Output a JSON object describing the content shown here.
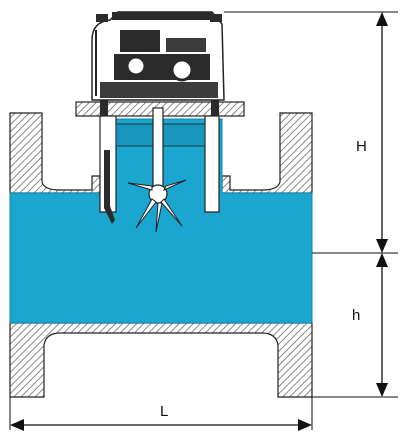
{
  "colors": {
    "water": "#1aa6cf",
    "water_dark": "#0f86ad",
    "hatch": "#8a8a8a",
    "outline": "#222222",
    "mechanism": "#2b2b2b",
    "dimension": "#111111",
    "background": "#ffffff"
  },
  "labels": {
    "height_upper": "H",
    "height_lower": "h",
    "length": "L"
  },
  "icons": {
    "height_arrow": "double-arrow-vertical",
    "length_arrow": "double-arrow-horizontal",
    "impeller": "propeller-icon"
  }
}
